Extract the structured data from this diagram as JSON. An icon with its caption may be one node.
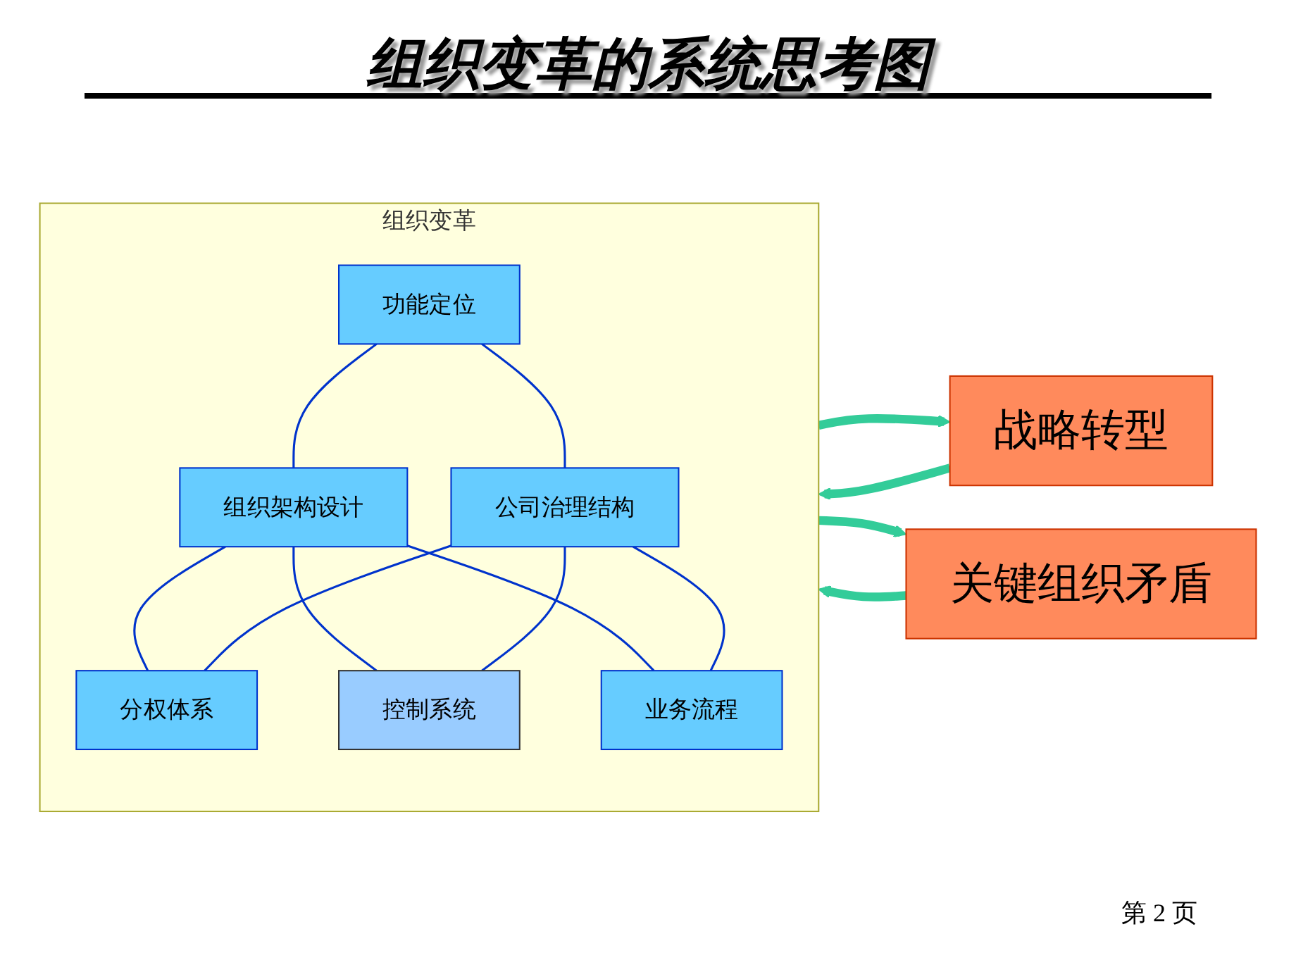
{
  "diagram": {
    "title": "组织变革的系统思考图",
    "nodes": [
      {
        "text": [
          "战略转型"
        ]
      },
      {
        "text": [
          "组织变革"
        ]
      },
      {
        "text": [
          "功能定位"
        ],
        "in": 1
      },
      {
        "text": [
          "组织架构设计"
        ],
        "in": 1
      },
      {
        "text": [
          "公司治理结构"
        ],
        "in": 1
      },
      {
        "text": [
          "分权体系"
        ],
        "in": 1
      },
      {
        "text": [
          "控制系统"
        ],
        "in": 1
      },
      {
        "text": [
          "业务流程"
        ],
        "in": 1
      },
      {
        "text": [
          "关键组织矛盾"
        ]
      }
    ],
    "edges": [
      {
        "from": 1,
        "to": 0,
        "arrow": "to",
        "style": "thick",
        "color": "#33cc99"
      },
      {
        "from": 0,
        "to": 1,
        "arrow": "to",
        "style": "thick",
        "color": "#33cc99"
      },
      {
        "from": 8,
        "to": 1,
        "arrow": "to",
        "style": "thick",
        "color": "#33cc99"
      },
      {
        "from": 1,
        "to": 8,
        "arrow": "to",
        "style": "thick",
        "color": "#33cc99"
      },
      {
        "from": 2,
        "to": 3,
        "arrow": "none"
      },
      {
        "from": 2,
        "to": 4,
        "arrow": "none"
      },
      {
        "from": 3,
        "to": 5,
        "arrow": "none"
      },
      {
        "from": 3,
        "to": 6,
        "arrow": "none"
      },
      {
        "from": 3,
        "to": 7,
        "arrow": "none"
      },
      {
        "from": 4,
        "to": 5,
        "arrow": "none"
      },
      {
        "from": 4,
        "to": 6,
        "arrow": "none"
      },
      {
        "from": 4,
        "to": 7,
        "arrow": "none"
      }
    ],
    "labels": [
      "第 2 页"
    ]
  }
}
